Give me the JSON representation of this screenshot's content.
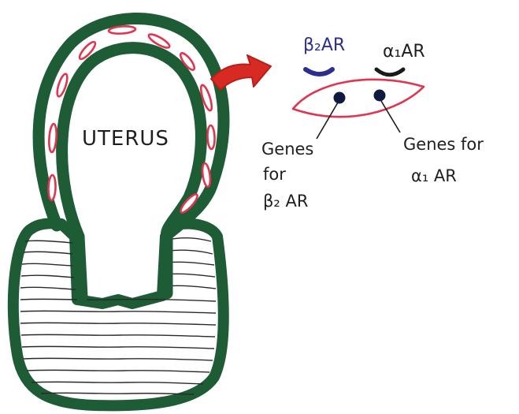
{
  "labels": {
    "uterus": "UTERUS",
    "beta2_receptor": "β₂AR",
    "alpha1_receptor": "α₁AR",
    "genes_beta2": [
      "Genes",
      "for",
      "β₂ AR"
    ],
    "genes_alpha1": [
      "Genes for",
      "α₁ AR"
    ]
  },
  "colors": {
    "myometrium_outline": "#1e5c36",
    "endometrium_cells": "#e0344f",
    "arrow": "#d62a23",
    "cell_membrane": "#e0344f",
    "receptor_beta2": "#2b2f8f",
    "receptor_alpha1": "#1a1a1a",
    "gene_dot": "#0e1a3f",
    "text": "#1f1f1f"
  }
}
